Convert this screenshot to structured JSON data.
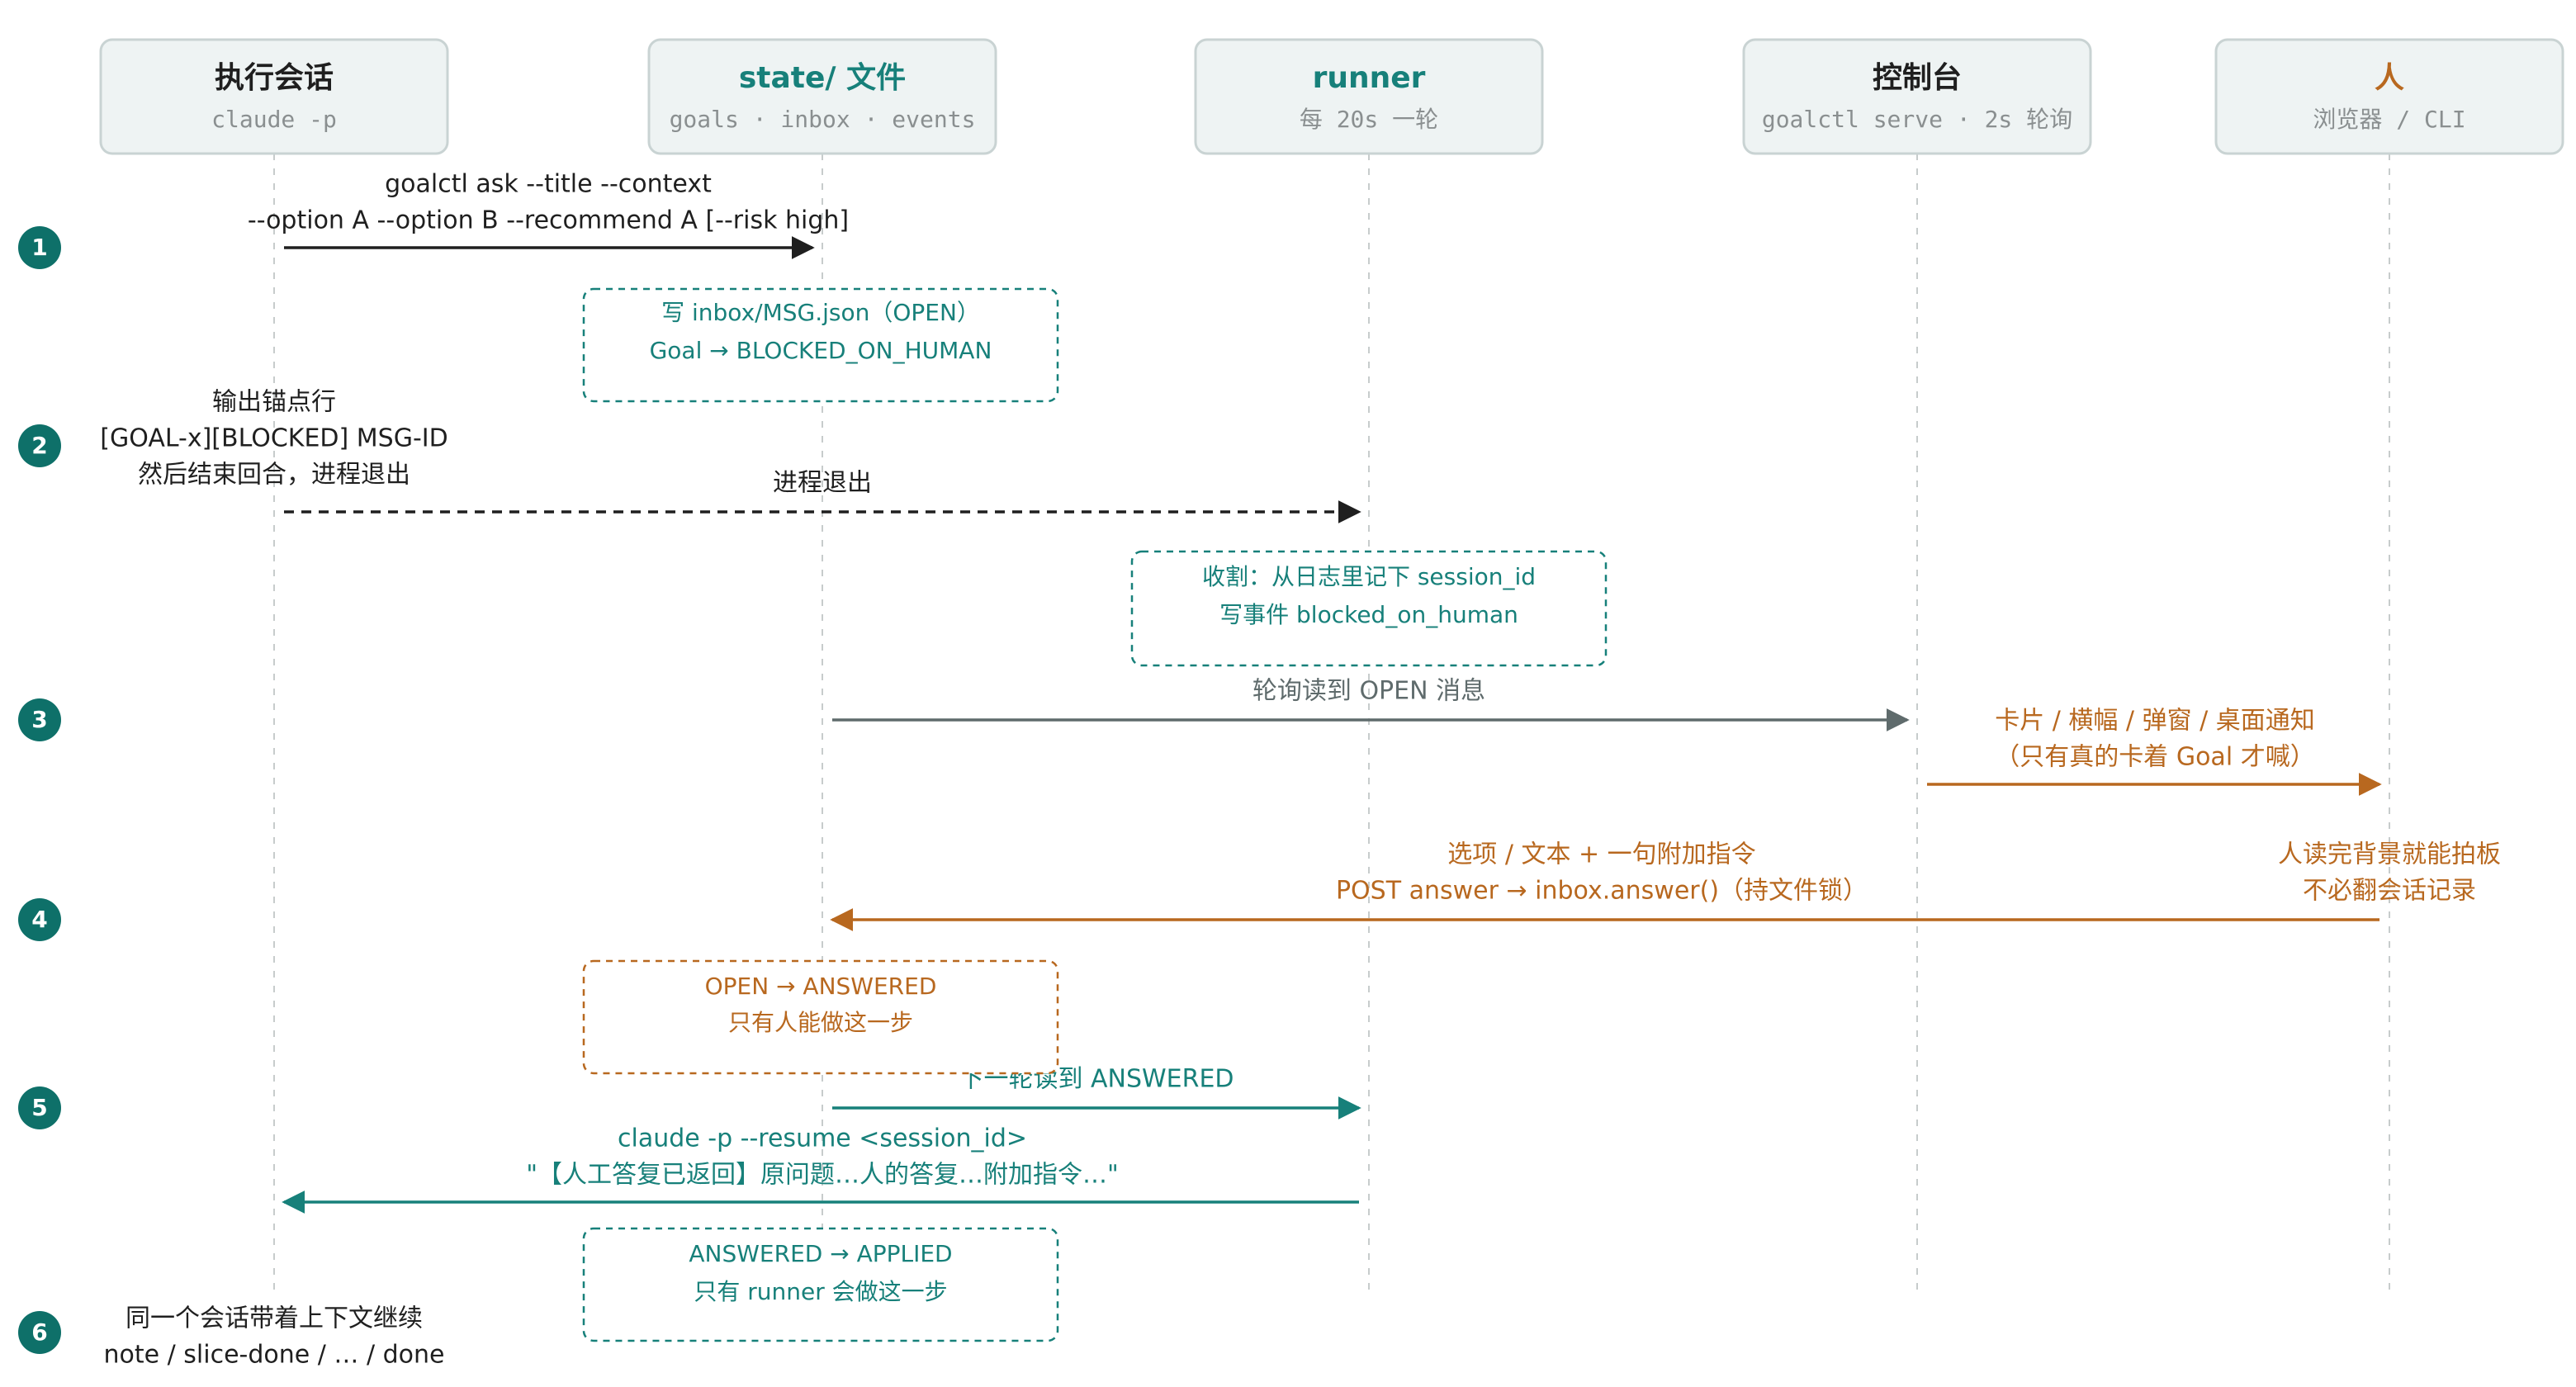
{
  "colors": {
    "teal": "#17807A",
    "orange": "#B8681F",
    "gray_line": "#5F6B6C",
    "black": "#1F1F1F",
    "header_fill": "#EEF3F3",
    "header_stroke": "#C9D3D3",
    "lifeline": "#C7CCCC",
    "subtext": "#8A8F90",
    "step_badge": "#0E7069"
  },
  "lanes": [
    {
      "title": "执行会话",
      "subtitle": "claude -p",
      "title_color": "black"
    },
    {
      "title": "state/ 文件",
      "subtitle": "goals · inbox · events",
      "title_color": "teal"
    },
    {
      "title": "runner",
      "subtitle": "每 20s 一轮",
      "title_color": "teal"
    },
    {
      "title": "控制台",
      "subtitle": "goalctl serve · 2s 轮询",
      "title_color": "black"
    },
    {
      "title": "人",
      "subtitle": "浏览器 / CLI",
      "title_color": "orange"
    }
  ],
  "steps": [
    "1",
    "2",
    "3",
    "4",
    "5",
    "6"
  ],
  "messages": [
    {
      "from": 0,
      "to": 1,
      "style": "solid",
      "color": "black",
      "label_lines": [
        "goalctl ask --title --context",
        "--option A --option B --recommend A [--risk high]"
      ]
    },
    {
      "from": 0,
      "to": 2,
      "style": "dashed",
      "color": "black",
      "label_lines": [
        "进程退出"
      ]
    },
    {
      "from": 1,
      "to": 3,
      "style": "solid",
      "color": "gray_line",
      "label_lines": [
        "轮询读到 OPEN 消息"
      ]
    },
    {
      "from": 3,
      "to": 4,
      "style": "solid",
      "color": "orange",
      "label_lines": [
        "卡片 / 横幅 / 弹窗 / 桌面通知",
        "（只有真的卡着 Goal 才喊）"
      ]
    },
    {
      "from": 4,
      "to": 1,
      "style": "solid",
      "color": "orange",
      "label_lines": [
        "选项 / 文本 + 一句附加指令",
        "POST answer → inbox.answer()（持文件锁）"
      ]
    },
    {
      "from": 1,
      "to": 2,
      "style": "solid",
      "color": "teal",
      "label_lines": [
        "下一轮读到 ANSWERED"
      ]
    },
    {
      "from": 2,
      "to": 0,
      "style": "solid",
      "color": "teal",
      "label_lines": [
        "claude -p --resume <session_id>",
        "\"【人工答复已返回】原问题…人的答复…附加指令…\""
      ]
    }
  ],
  "notes": [
    {
      "color": "teal",
      "lines": [
        "写 inbox/MSG.json（OPEN）",
        "Goal → BLOCKED_ON_HUMAN"
      ]
    },
    {
      "color": "teal",
      "lines": [
        "收割：从日志里记下 session_id",
        "写事件 blocked_on_human"
      ]
    },
    {
      "color": "orange",
      "lines": [
        "OPEN → ANSWERED",
        "只有人能做这一步"
      ]
    },
    {
      "color": "teal",
      "lines": [
        "ANSWERED → APPLIED",
        "只有 runner 会做这一步"
      ]
    }
  ],
  "annotations": [
    {
      "color": "black",
      "lines": [
        "输出锚点行",
        "[GOAL-x][BLOCKED] MSG-ID",
        "然后结束回合，进程退出"
      ]
    },
    {
      "color": "orange",
      "lines": [
        "人读完背景就能拍板",
        "不必翻会话记录"
      ]
    },
    {
      "color": "black",
      "lines": [
        "同一个会话带着上下文继续",
        "note / slice-done / … / done"
      ]
    }
  ]
}
